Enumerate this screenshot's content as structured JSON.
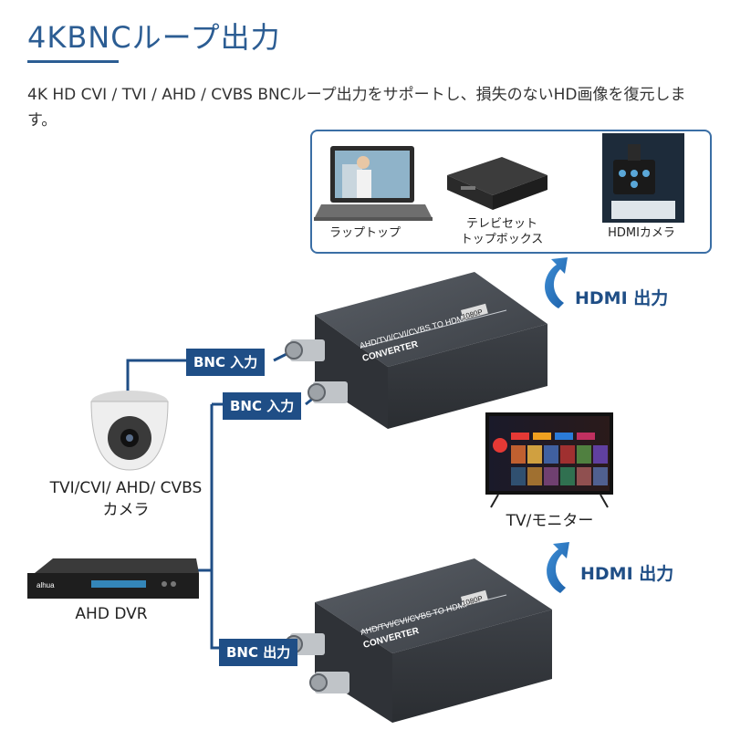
{
  "header": {
    "title": "4KBNCループ出力",
    "description": "4K HD CVI / TVI / AHD / CVBS BNCループ出力をサポートし、損失のないHD画像を復元します。"
  },
  "devices": {
    "laptop_label": "ラップトップ",
    "stb_label_1": "テレビセット",
    "stb_label_2": "トップボックス",
    "camera_label": "HDMIカメラ"
  },
  "converter": {
    "text_line1": "AHD/TVI/CVI/CVBS TO HDMI",
    "text_line2": "CONVERTER",
    "badge": "1080P"
  },
  "tags": {
    "bnc_in_1": "BNC 入力",
    "bnc_in_2": "BNC 入力",
    "bnc_out": "BNC 出力",
    "hdmi_out_1": "HDMI 出力",
    "hdmi_out_2": "HDMI 出力"
  },
  "sources": {
    "camera_line1": "TVI/CVI/ AHD/ CVBS",
    "camera_line2": "カメラ",
    "dvr": "AHD DVR",
    "dvr_brand": "alhua"
  },
  "tv_label": "TV/モニター",
  "colors": {
    "accent": "#1f4e86",
    "title": "#2c5d93",
    "box_border": "#3a6ea5"
  }
}
